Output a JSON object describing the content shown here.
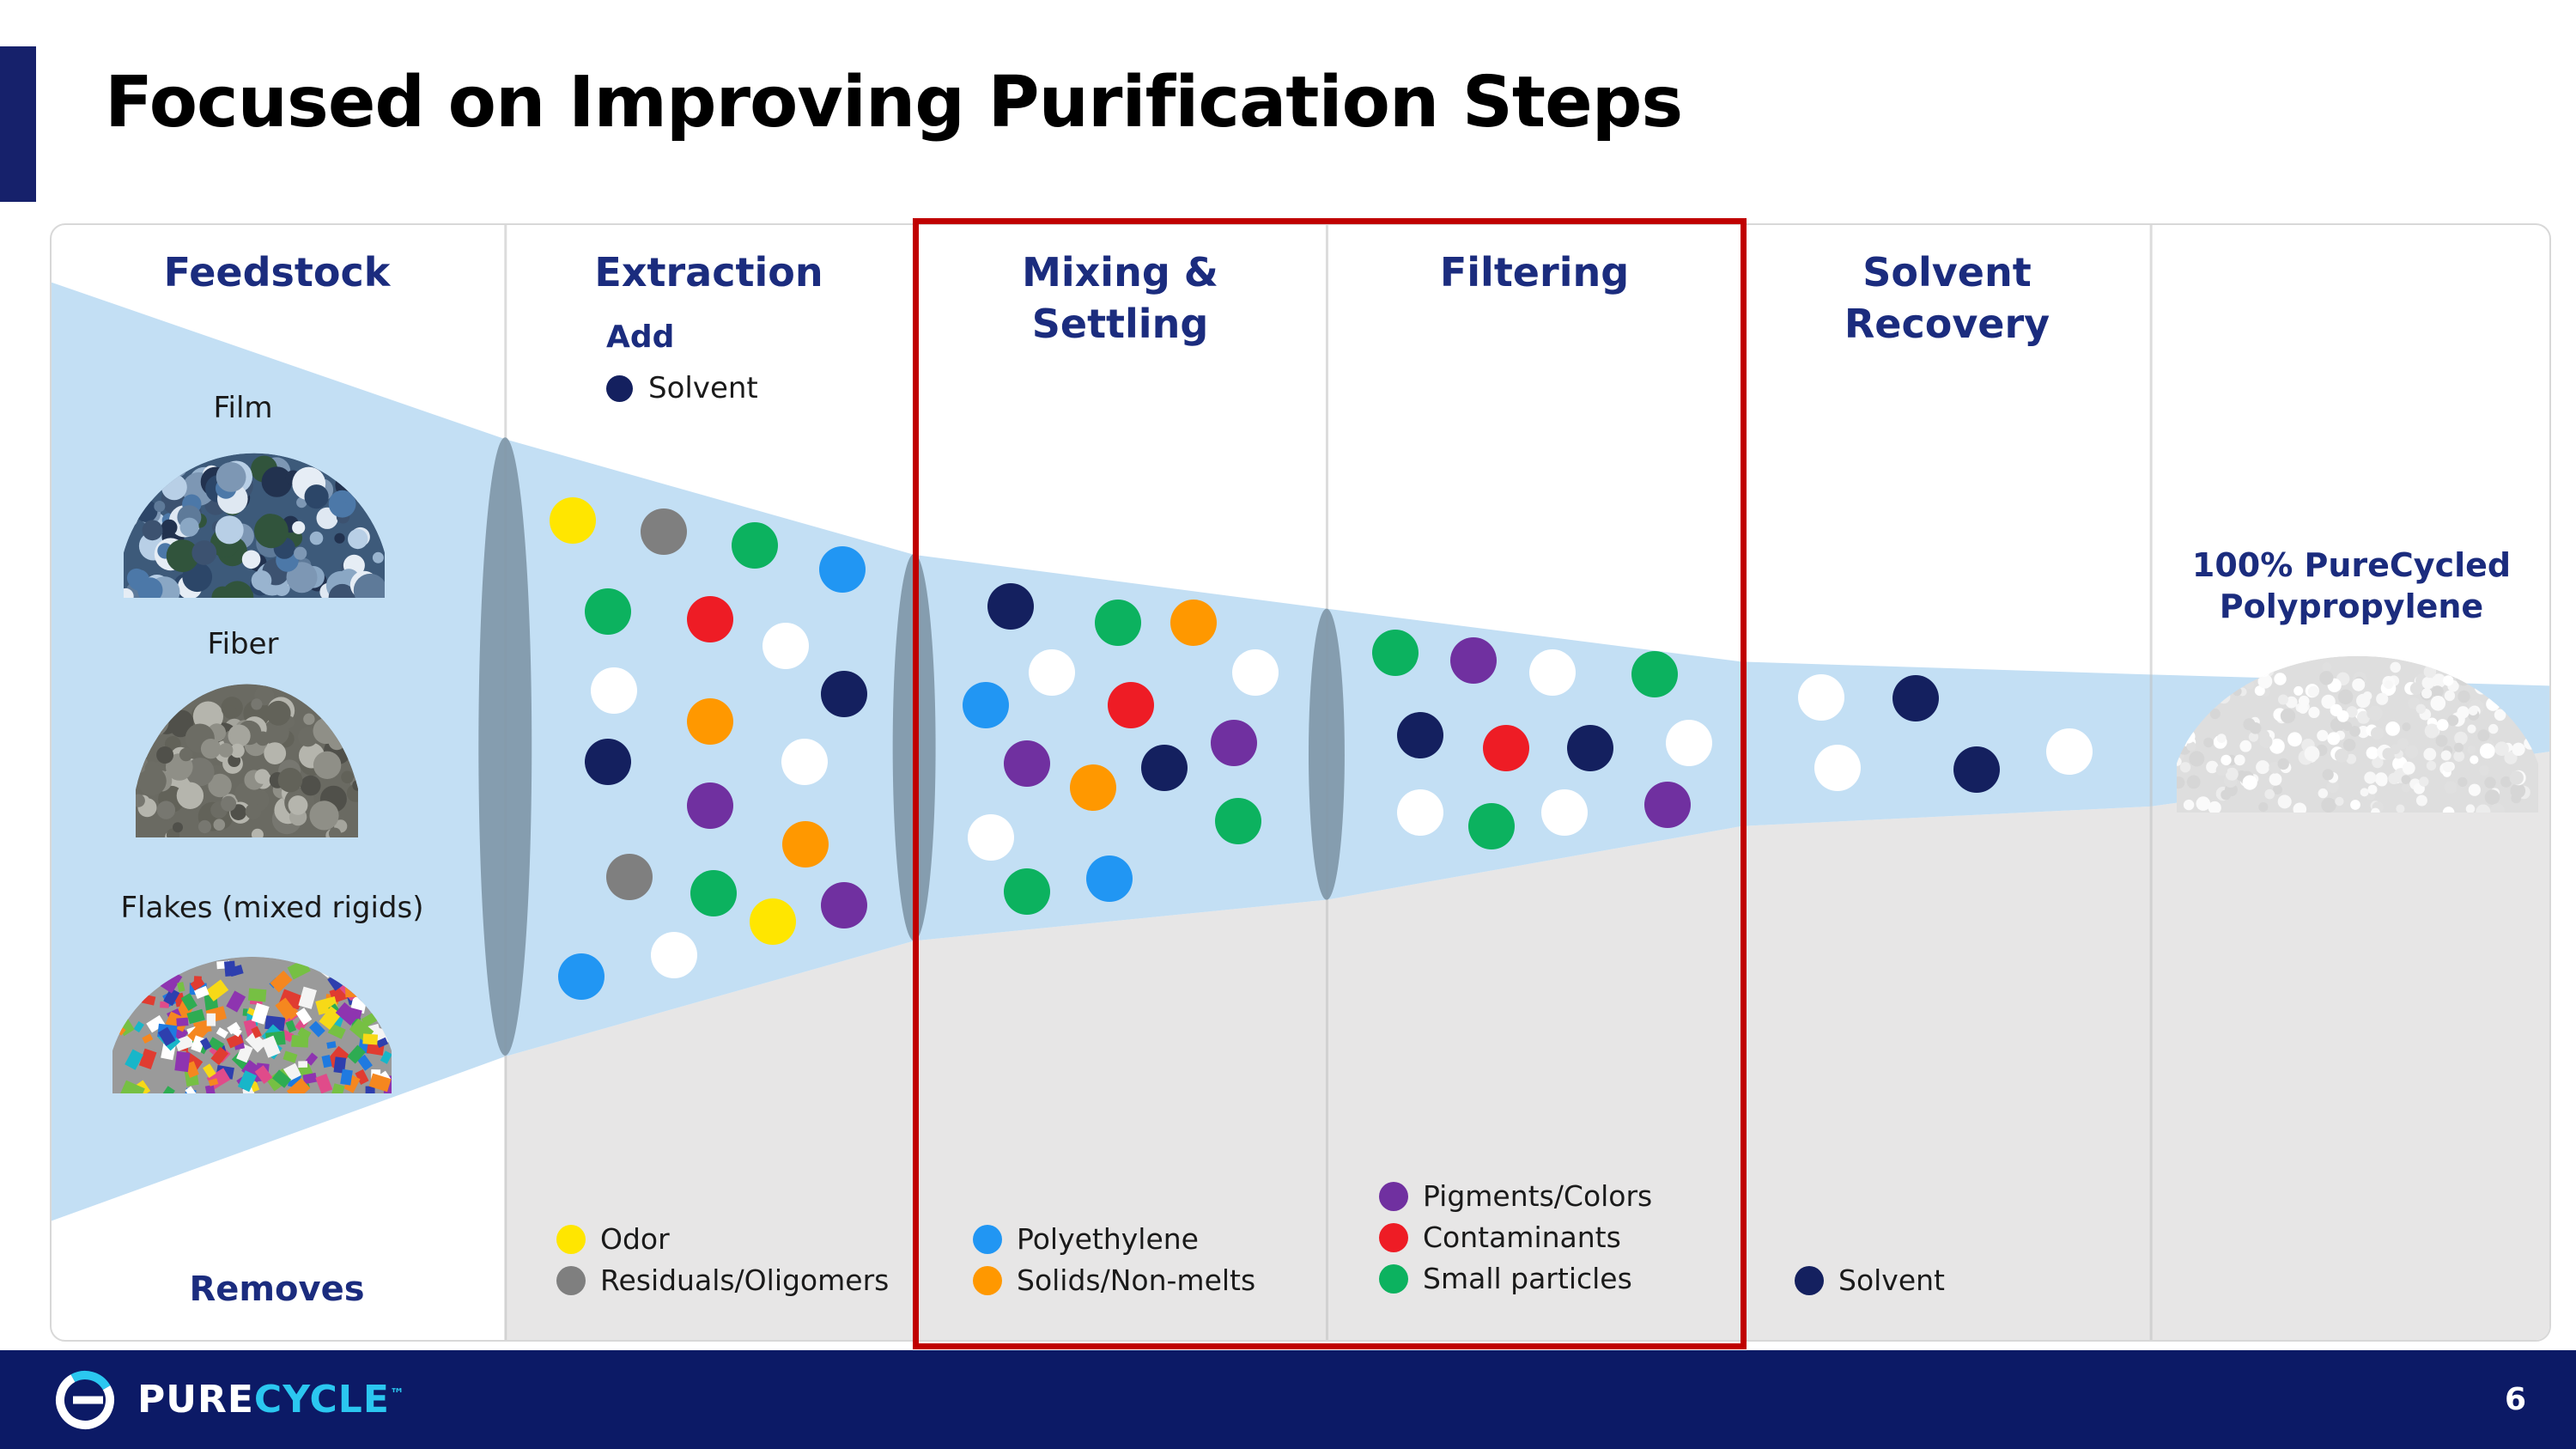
{
  "slide": {
    "title": "Focused on Improving Purification Steps"
  },
  "columns": [
    {
      "header": "Feedstock"
    },
    {
      "header": "Extraction"
    },
    {
      "header": "Mixing &\nSettling"
    },
    {
      "header": "Filtering"
    },
    {
      "header": "Solvent\nRecovery"
    },
    {
      "header": ""
    }
  ],
  "feedstock": {
    "items": [
      "Film",
      "Fiber",
      "Flakes (mixed rigids)"
    ],
    "removes_label": "Removes"
  },
  "extraction": {
    "add_label": "Add",
    "add_item": "Solvent"
  },
  "output_label": "100% PureCycled\nPolypropylene",
  "legends": {
    "extraction": [
      {
        "color": "#FFE600",
        "label": "Odor"
      },
      {
        "color": "#7F7F7F",
        "label": "Residuals/Oligomers"
      }
    ],
    "mixing": [
      {
        "color": "#2196F3",
        "label": "Polyethylene"
      },
      {
        "color": "#FF9800",
        "label": "Solids/Non-melts"
      }
    ],
    "filtering": [
      {
        "color": "#7030A0",
        "label": "Pigments/Colors"
      },
      {
        "color": "#EE1C25",
        "label": "Contaminants"
      },
      {
        "color": "#0CB25F",
        "label": "Small particles"
      }
    ],
    "solvent_recovery": [
      {
        "color": "#14205F",
        "label": "Solvent"
      }
    ]
  },
  "footer": {
    "brand_pure": "PURE",
    "brand_cycle": "CYCLE",
    "trademark": "™",
    "page_number": "6"
  },
  "colors": {
    "accent_navy": "#16216B",
    "header_navy": "#1B2C7E",
    "funnel_blue": "#C3DFF4",
    "removed_gray": "#E7E6E6",
    "separator_gray_blue": "#8097A8",
    "highlight_red": "#C00000",
    "brand_cyan": "#2BC7F0"
  },
  "dots": {
    "palette": {
      "Y": "#FFE600",
      "G": "#7F7F7F",
      "E": "#0CB25F",
      "B": "#2196F3",
      "R": "#EE1C25",
      "W": "#FFFFFF",
      "N": "#14205F",
      "O": "#FF9800",
      "P": "#7030A0"
    },
    "items": [
      [
        "Y",
        667,
        606
      ],
      [
        "G",
        773,
        619
      ],
      [
        "E",
        879,
        635
      ],
      [
        "B",
        981,
        663
      ],
      [
        "E",
        708,
        712
      ],
      [
        "R",
        827,
        721
      ],
      [
        "W",
        915,
        752
      ],
      [
        "W",
        715,
        804
      ],
      [
        "N",
        983,
        808
      ],
      [
        "O",
        827,
        840
      ],
      [
        "N",
        708,
        887
      ],
      [
        "W",
        937,
        887
      ],
      [
        "P",
        827,
        938
      ],
      [
        "O",
        938,
        983
      ],
      [
        "G",
        733,
        1021
      ],
      [
        "E",
        831,
        1040
      ],
      [
        "Y",
        900,
        1073
      ],
      [
        "P",
        983,
        1054
      ],
      [
        "W",
        785,
        1112
      ],
      [
        "B",
        677,
        1137
      ],
      [
        "N",
        1177,
        706
      ],
      [
        "E",
        1302,
        725
      ],
      [
        "O",
        1390,
        725
      ],
      [
        "W",
        1225,
        783
      ],
      [
        "W",
        1462,
        783
      ],
      [
        "B",
        1148,
        821
      ],
      [
        "R",
        1317,
        821
      ],
      [
        "P",
        1196,
        889
      ],
      [
        "O",
        1273,
        917
      ],
      [
        "N",
        1356,
        894
      ],
      [
        "P",
        1437,
        865
      ],
      [
        "W",
        1154,
        975
      ],
      [
        "E",
        1442,
        956
      ],
      [
        "E",
        1196,
        1038
      ],
      [
        "B",
        1292,
        1023
      ],
      [
        "E",
        1625,
        760
      ],
      [
        "P",
        1716,
        769
      ],
      [
        "W",
        1808,
        783
      ],
      [
        "E",
        1927,
        785
      ],
      [
        "N",
        1654,
        856
      ],
      [
        "R",
        1754,
        871
      ],
      [
        "N",
        1852,
        871
      ],
      [
        "W",
        1967,
        865
      ],
      [
        "W",
        1654,
        946
      ],
      [
        "E",
        1737,
        962
      ],
      [
        "W",
        1822,
        946
      ],
      [
        "P",
        1942,
        937
      ],
      [
        "W",
        2121,
        812
      ],
      [
        "N",
        2231,
        813
      ],
      [
        "W",
        2140,
        894
      ],
      [
        "N",
        2302,
        896
      ],
      [
        "W",
        2410,
        875
      ]
    ]
  }
}
